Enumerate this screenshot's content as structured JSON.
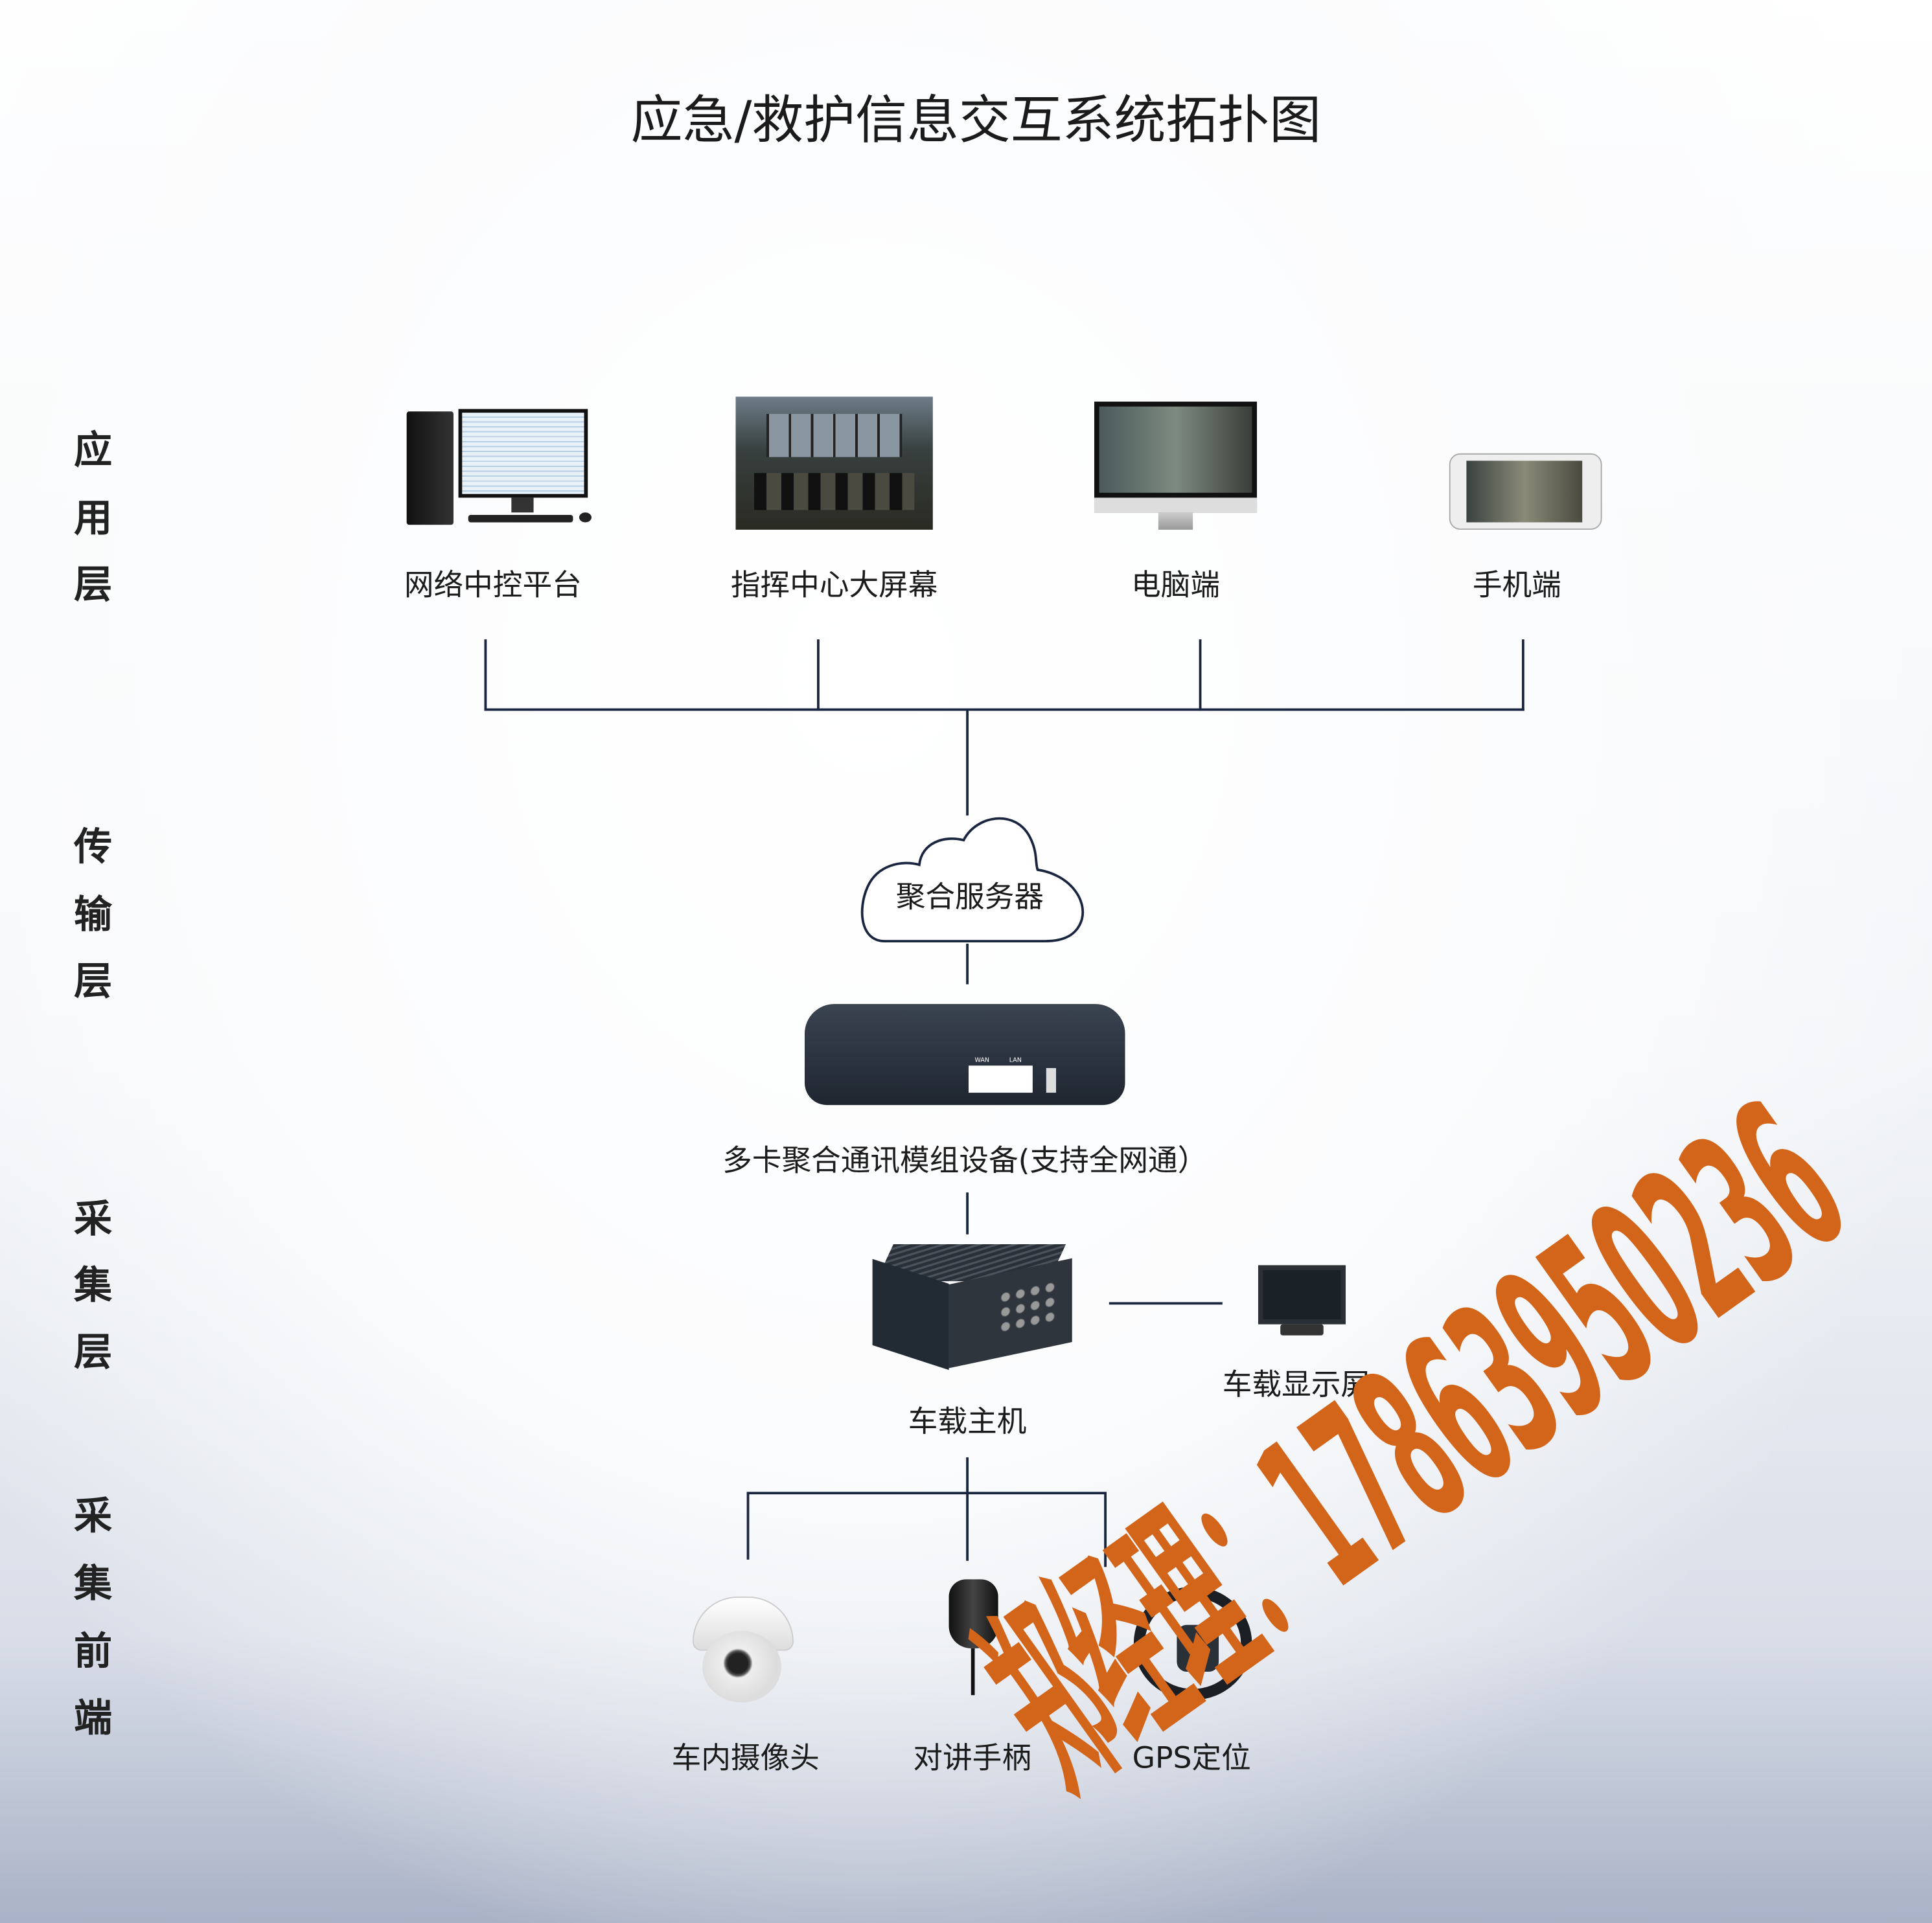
{
  "title": "应急/救护信息交互系统拓扑图",
  "layers": {
    "application": [
      "应",
      "用",
      "层"
    ],
    "transport": [
      "传",
      "输",
      "层"
    ],
    "collection": [
      "采",
      "集",
      "层"
    ],
    "frontend": [
      "采",
      "集",
      "前",
      "端"
    ]
  },
  "application_nodes": [
    {
      "label": "网络中控平台",
      "icon": "desktop-pc-icon"
    },
    {
      "label": "指挥中心大屏幕",
      "icon": "command-center-icon"
    },
    {
      "label": "电脑端",
      "icon": "imac-icon"
    },
    {
      "label": "手机端",
      "icon": "smartphone-icon"
    }
  ],
  "cloud": {
    "label": "聚合服务器"
  },
  "router": {
    "label": "多卡聚合通讯模组设备(支持全网通）",
    "ports": [
      "WAN",
      "LAN"
    ]
  },
  "host": {
    "label": "车载主机"
  },
  "display": {
    "label": "车载显示屏"
  },
  "frontend_nodes": [
    {
      "label": "车内摄像头",
      "icon": "dome-camera-icon"
    },
    {
      "label": "对讲手柄",
      "icon": "handheld-mic-icon"
    },
    {
      "label": "GPS定位",
      "icon": "gps-antenna-icon"
    }
  ],
  "watermark": {
    "text": "郑经理：17863950236",
    "color": "#d2651a"
  },
  "colors": {
    "line": "#1a2540"
  }
}
